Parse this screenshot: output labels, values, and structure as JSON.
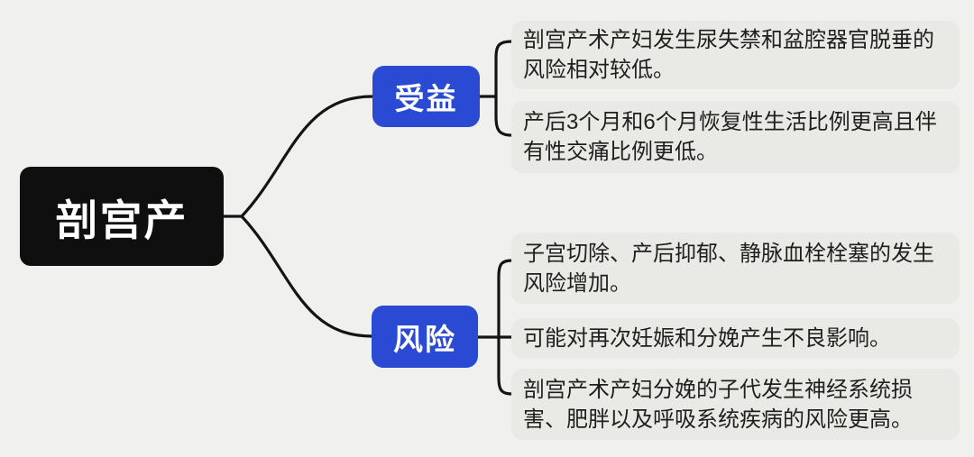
{
  "diagram": {
    "type": "mindmap",
    "root": {
      "label": "剖宫产"
    },
    "branches": [
      {
        "label": "受益",
        "children": [
          "剖宫产术产妇发生尿失禁和盆腔器官脱垂的风险相对较低。",
          "产后3个月和6个月恢复性生活比例更高且伴有性交痛比例更低。"
        ]
      },
      {
        "label": "风险",
        "children": [
          "子宫切除、产后抑郁、静脉血栓栓塞的发生风险增加。",
          "可能对再次妊娠和分娩产生不良影响。",
          "剖宫产术产妇分娩的子代发生神经系统损害、肥胖以及呼吸系统疾病的风险更高。"
        ]
      }
    ],
    "colors": {
      "canvas_bg": "#f0f0ef",
      "card_bg": "#e9e9e6",
      "root_bg": "#0f0f0f",
      "branch_bg": "#2a4ad4",
      "line": "#141414",
      "card_text": "#1f1f1f",
      "node_text": "#ffffff"
    }
  }
}
